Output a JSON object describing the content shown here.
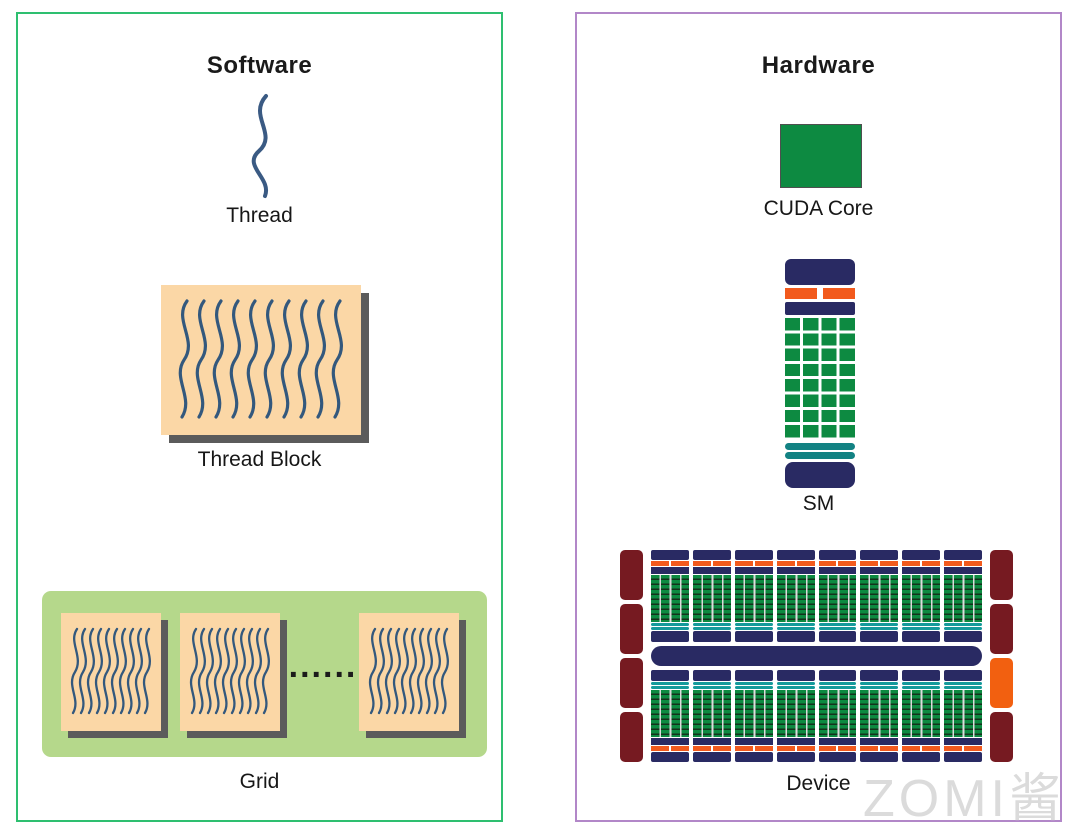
{
  "watermark": "ZOMI酱",
  "software": {
    "title": "Software",
    "thread_label": "Thread",
    "thread_block_label": "Thread Block",
    "grid_label": "Grid",
    "grid_dots": "......"
  },
  "hardware": {
    "title": "Hardware",
    "cuda_core_label": "CUDA Core",
    "sm_label": "SM",
    "device_label": "Device"
  },
  "colors": {
    "software_border": "#2ebf70",
    "hardware_border": "#b287c8",
    "thread_stroke": "#3a5a83",
    "block_fill": "#fbd7a6",
    "block_shadow": "#5b5b5b",
    "grid_fill": "#b5d88b",
    "cuda_core_green": "#0d8a41",
    "navy": "#292a63",
    "orange": "#f25a1d",
    "teal": "#138283",
    "hbm_maroon": "#761a21",
    "hbm_orange": "#f26010",
    "watermark_gray": "#dbdbdb"
  }
}
